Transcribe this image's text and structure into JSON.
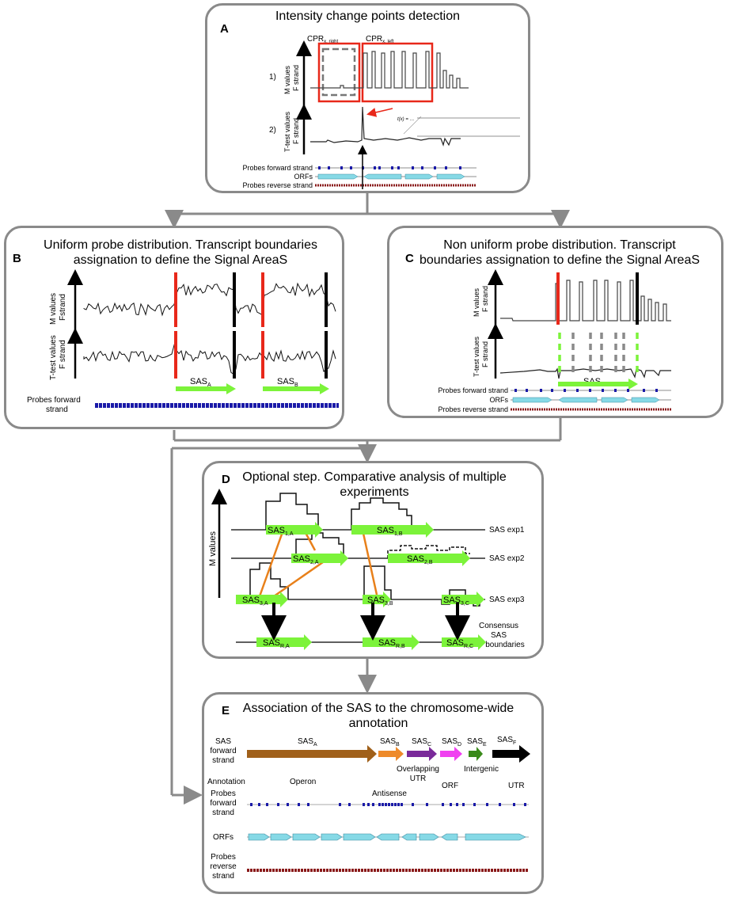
{
  "panelA": {
    "label": "A",
    "title": "Intensity change points detection",
    "cpr_right": "CPR",
    "cpr_right_sub": "x, right",
    "cpr_left": "CPR",
    "cpr_left_sub": "x, left",
    "step1": "1)",
    "step2": "2)",
    "ylabel_m_1": "M values",
    "ylabel_m_2": "F strand",
    "ylabel_t_1": "T-test values",
    "ylabel_t_2": "F strand",
    "track_probes_fwd": "Probes forward strand",
    "track_orfs": "ORFs",
    "track_probes_rev": "Probes reverse strand",
    "x_marker": "X",
    "formula": "t(x) = …"
  },
  "panelB": {
    "label": "B",
    "title_line1": "Uniform probe distribution. Transcript boundaries",
    "title_line2": "assignation to define the Signal AreaS",
    "ylabel_m_1": "M values",
    "ylabel_m_2": "Fstrand",
    "ylabel_t_1": "T-test values",
    "ylabel_t_2": "F strand",
    "sas_a": "SAS",
    "sas_a_sub": "A",
    "sas_b": "SAS",
    "sas_b_sub": "B",
    "track_probes_fwd_1": "Probes forward",
    "track_probes_fwd_2": "strand"
  },
  "panelC": {
    "label": "C",
    "title_line1": "Non uniform probe distribution. Transcript",
    "title_line2": "boundaries assignation to define the Signal AreaS",
    "ylabel_m_1": "M values",
    "ylabel_m_2": "F strand",
    "ylabel_t_1": "T-test values",
    "ylabel_t_2": "F strand",
    "sas_a": "SAS",
    "sas_a_sub": "A",
    "track_probes_fwd": "Probes forward strand",
    "track_orfs": "ORFs",
    "track_probes_rev": "Probes reverse strand"
  },
  "panelD": {
    "label": "D",
    "title_line1": "Optional step. Comparative analysis of multiple",
    "title_line2": "experiments",
    "ylabel": "M values",
    "sas1a": "SAS",
    "sas1a_sub": "1,A",
    "sas1b": "SAS",
    "sas1b_sub": "1,B",
    "sas2a": "SAS",
    "sas2a_sub": "2,A",
    "sas2b": "SAS",
    "sas2b_sub": "2,B",
    "sas3a": "SAS",
    "sas3a_sub": "3,A",
    "sas3b": "SAS",
    "sas3b_sub": "3,B",
    "sas3c": "SAS",
    "sas3c_sub": "3,C",
    "sasra": "SAS",
    "sasra_sub": "R,A",
    "sasrb": "SAS",
    "sasrb_sub": "R,B",
    "sasrc": "SAS",
    "sasrc_sub": "R,C",
    "exp1": "SAS exp1",
    "exp2": "SAS exp2",
    "exp3": "SAS exp3",
    "consensus_1": "Consensus",
    "consensus_2": "SAS",
    "consensus_3": "boundaries"
  },
  "panelE": {
    "label": "E",
    "title_line1": "Association of the SAS to the chromosome-wide",
    "title_line2": "annotation",
    "sas_fwd_1": "SAS",
    "sas_fwd_2": "forward",
    "sas_fwd_3": "strand",
    "sasA": "SAS",
    "sasA_sub": "A",
    "sasB": "SAS",
    "sasB_sub": "B",
    "sasC": "SAS",
    "sasC_sub": "C",
    "sasD": "SAS",
    "sasD_sub": "D",
    "sasE": "SAS",
    "sasE_sub": "E",
    "sasF": "SAS",
    "sasF_sub": "F",
    "overlap_1": "Overlapping",
    "overlap_2": "UTR",
    "intergenic": "Intergenic",
    "annotation": "Annotation",
    "operon": "Operon",
    "antisense": "Antisense",
    "orf": "ORF",
    "utr": "UTR",
    "probes_fwd_1": "Probes",
    "probes_fwd_2": "forward",
    "probes_fwd_3": "strand",
    "orfs": "ORFs",
    "probes_rev_1": "Probes",
    "probes_rev_2": "reverse",
    "probes_rev_3": "strand"
  },
  "colors": {
    "panel_border": "#8a8a8a",
    "sas_green": "#7cf33a",
    "red_boundary": "#e8281a",
    "orange_link": "#e8801a",
    "probe_blue": "#1a1aa8",
    "orf_cyan": "#86d9e6",
    "probe_red": "#8a1a1a",
    "sas_brown": "#a0601a",
    "sas_orange": "#ee8a2a",
    "sas_purple": "#7a2a9a",
    "sas_magenta": "#f040f0",
    "sas_darkgreen": "#3a8a1a"
  }
}
